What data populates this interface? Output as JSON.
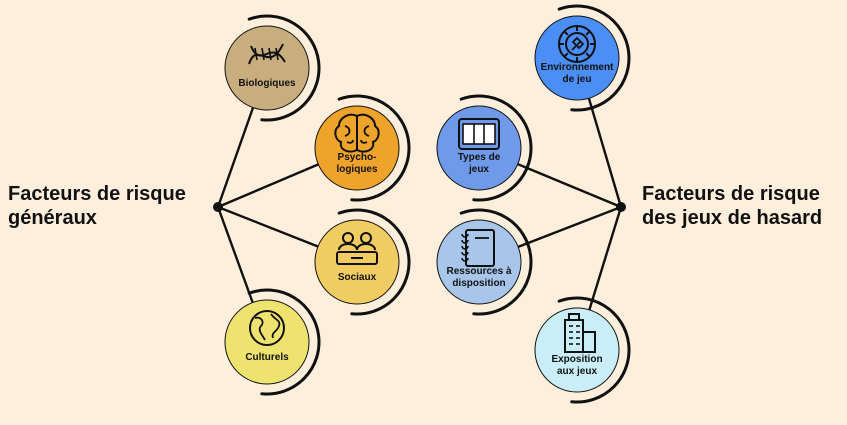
{
  "left_group": {
    "title_lines": [
      "Facteurs de risque",
      "généraux"
    ],
    "nodes": [
      {
        "label_lines": [
          "Biologiques"
        ],
        "color": "#c8ad7e",
        "icon": "dna-icon"
      },
      {
        "label_lines": [
          "Psycho-",
          "logiques"
        ],
        "color": "#eea32a",
        "icon": "brain-icon"
      },
      {
        "label_lines": [
          "Sociaux"
        ],
        "color": "#f0cc62",
        "icon": "people-icon"
      },
      {
        "label_lines": [
          "Culturels"
        ],
        "color": "#efe36f",
        "icon": "globe-icon"
      }
    ]
  },
  "right_group": {
    "title_lines": [
      "Facteurs de risque",
      "des jeux de hasard"
    ],
    "nodes": [
      {
        "label_lines": [
          "Environnement",
          "de jeu"
        ],
        "color": "#4b8ef5",
        "icon": "casino-chip-icon"
      },
      {
        "label_lines": [
          "Types de",
          "jeux"
        ],
        "color": "#6f9ae9",
        "icon": "slot-machine-icon"
      },
      {
        "label_lines": [
          "Ressources à",
          "disposition"
        ],
        "color": "#a7c6ea",
        "icon": "notebook-icon"
      },
      {
        "label_lines": [
          "Exposition",
          "aux jeux"
        ],
        "color": "#c9eef8",
        "icon": "buildings-icon"
      }
    ]
  },
  "colors": {
    "background": "#fdefdc",
    "line": "#111111"
  }
}
